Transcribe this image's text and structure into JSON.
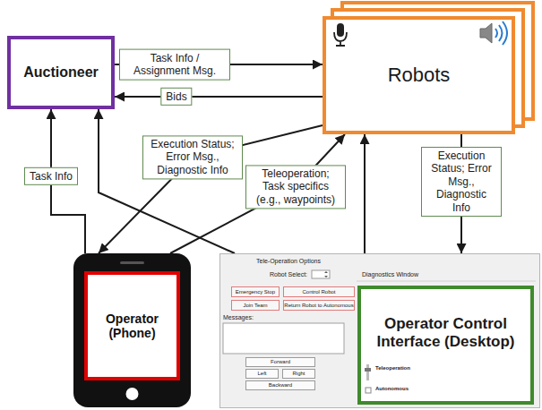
{
  "diagram": {
    "nodes": [
      {
        "text": [
          "Auctioneer"
        ]
      },
      {
        "text": [
          "Robots"
        ]
      },
      {
        "text": [
          "Operator (Phone)"
        ]
      },
      {
        "text": [
          "Tele-Operation Options",
          "Robot Select:",
          "Messages:",
          "Diagnostics Window"
        ]
      },
      {
        "text": [
          "Emergency Stop"
        ],
        "in": 3
      },
      {
        "text": [
          "Control Robot"
        ],
        "in": 3
      },
      {
        "text": [
          "Join Team"
        ],
        "in": 3
      },
      {
        "text": [
          "Return Robot to Autonomous"
        ],
        "in": 3
      },
      {
        "text": [
          "Forward"
        ],
        "in": 3
      },
      {
        "text": [
          "Left"
        ],
        "in": 3
      },
      {
        "text": [
          "Right"
        ],
        "in": 3
      },
      {
        "text": [
          "Backward"
        ],
        "in": 3
      },
      {
        "text": [
          "Operator Control Interface (Desktop)"
        ],
        "in": 3
      }
    ],
    "edges": [
      {
        "from": 0,
        "to": 1,
        "label": "Task Info / Assignment Msg.",
        "arrow": "to"
      },
      {
        "from": 1,
        "to": 0,
        "label": "Bids",
        "arrow": "to"
      },
      {
        "from": 2,
        "to": 0,
        "label": "Task Info",
        "arrow": "to"
      },
      {
        "from": 3,
        "to": 0,
        "arrow": "to"
      },
      {
        "from": 1,
        "to": 2,
        "label": "Execution Status; Error Msg., Diagnostic Info",
        "arrow": "to"
      },
      {
        "from": 2,
        "to": 1,
        "label": "Teleoperation; Task specifics (e.g., waypoints)",
        "arrow": "to"
      },
      {
        "from": 3,
        "to": 1,
        "arrow": "to"
      },
      {
        "from": 1,
        "to": 3,
        "label": "Execution Status; Error Msg., Diagnostic Info",
        "arrow": "to"
      }
    ],
    "labels": [
      "Teleoperation",
      "Autonomous"
    ]
  }
}
